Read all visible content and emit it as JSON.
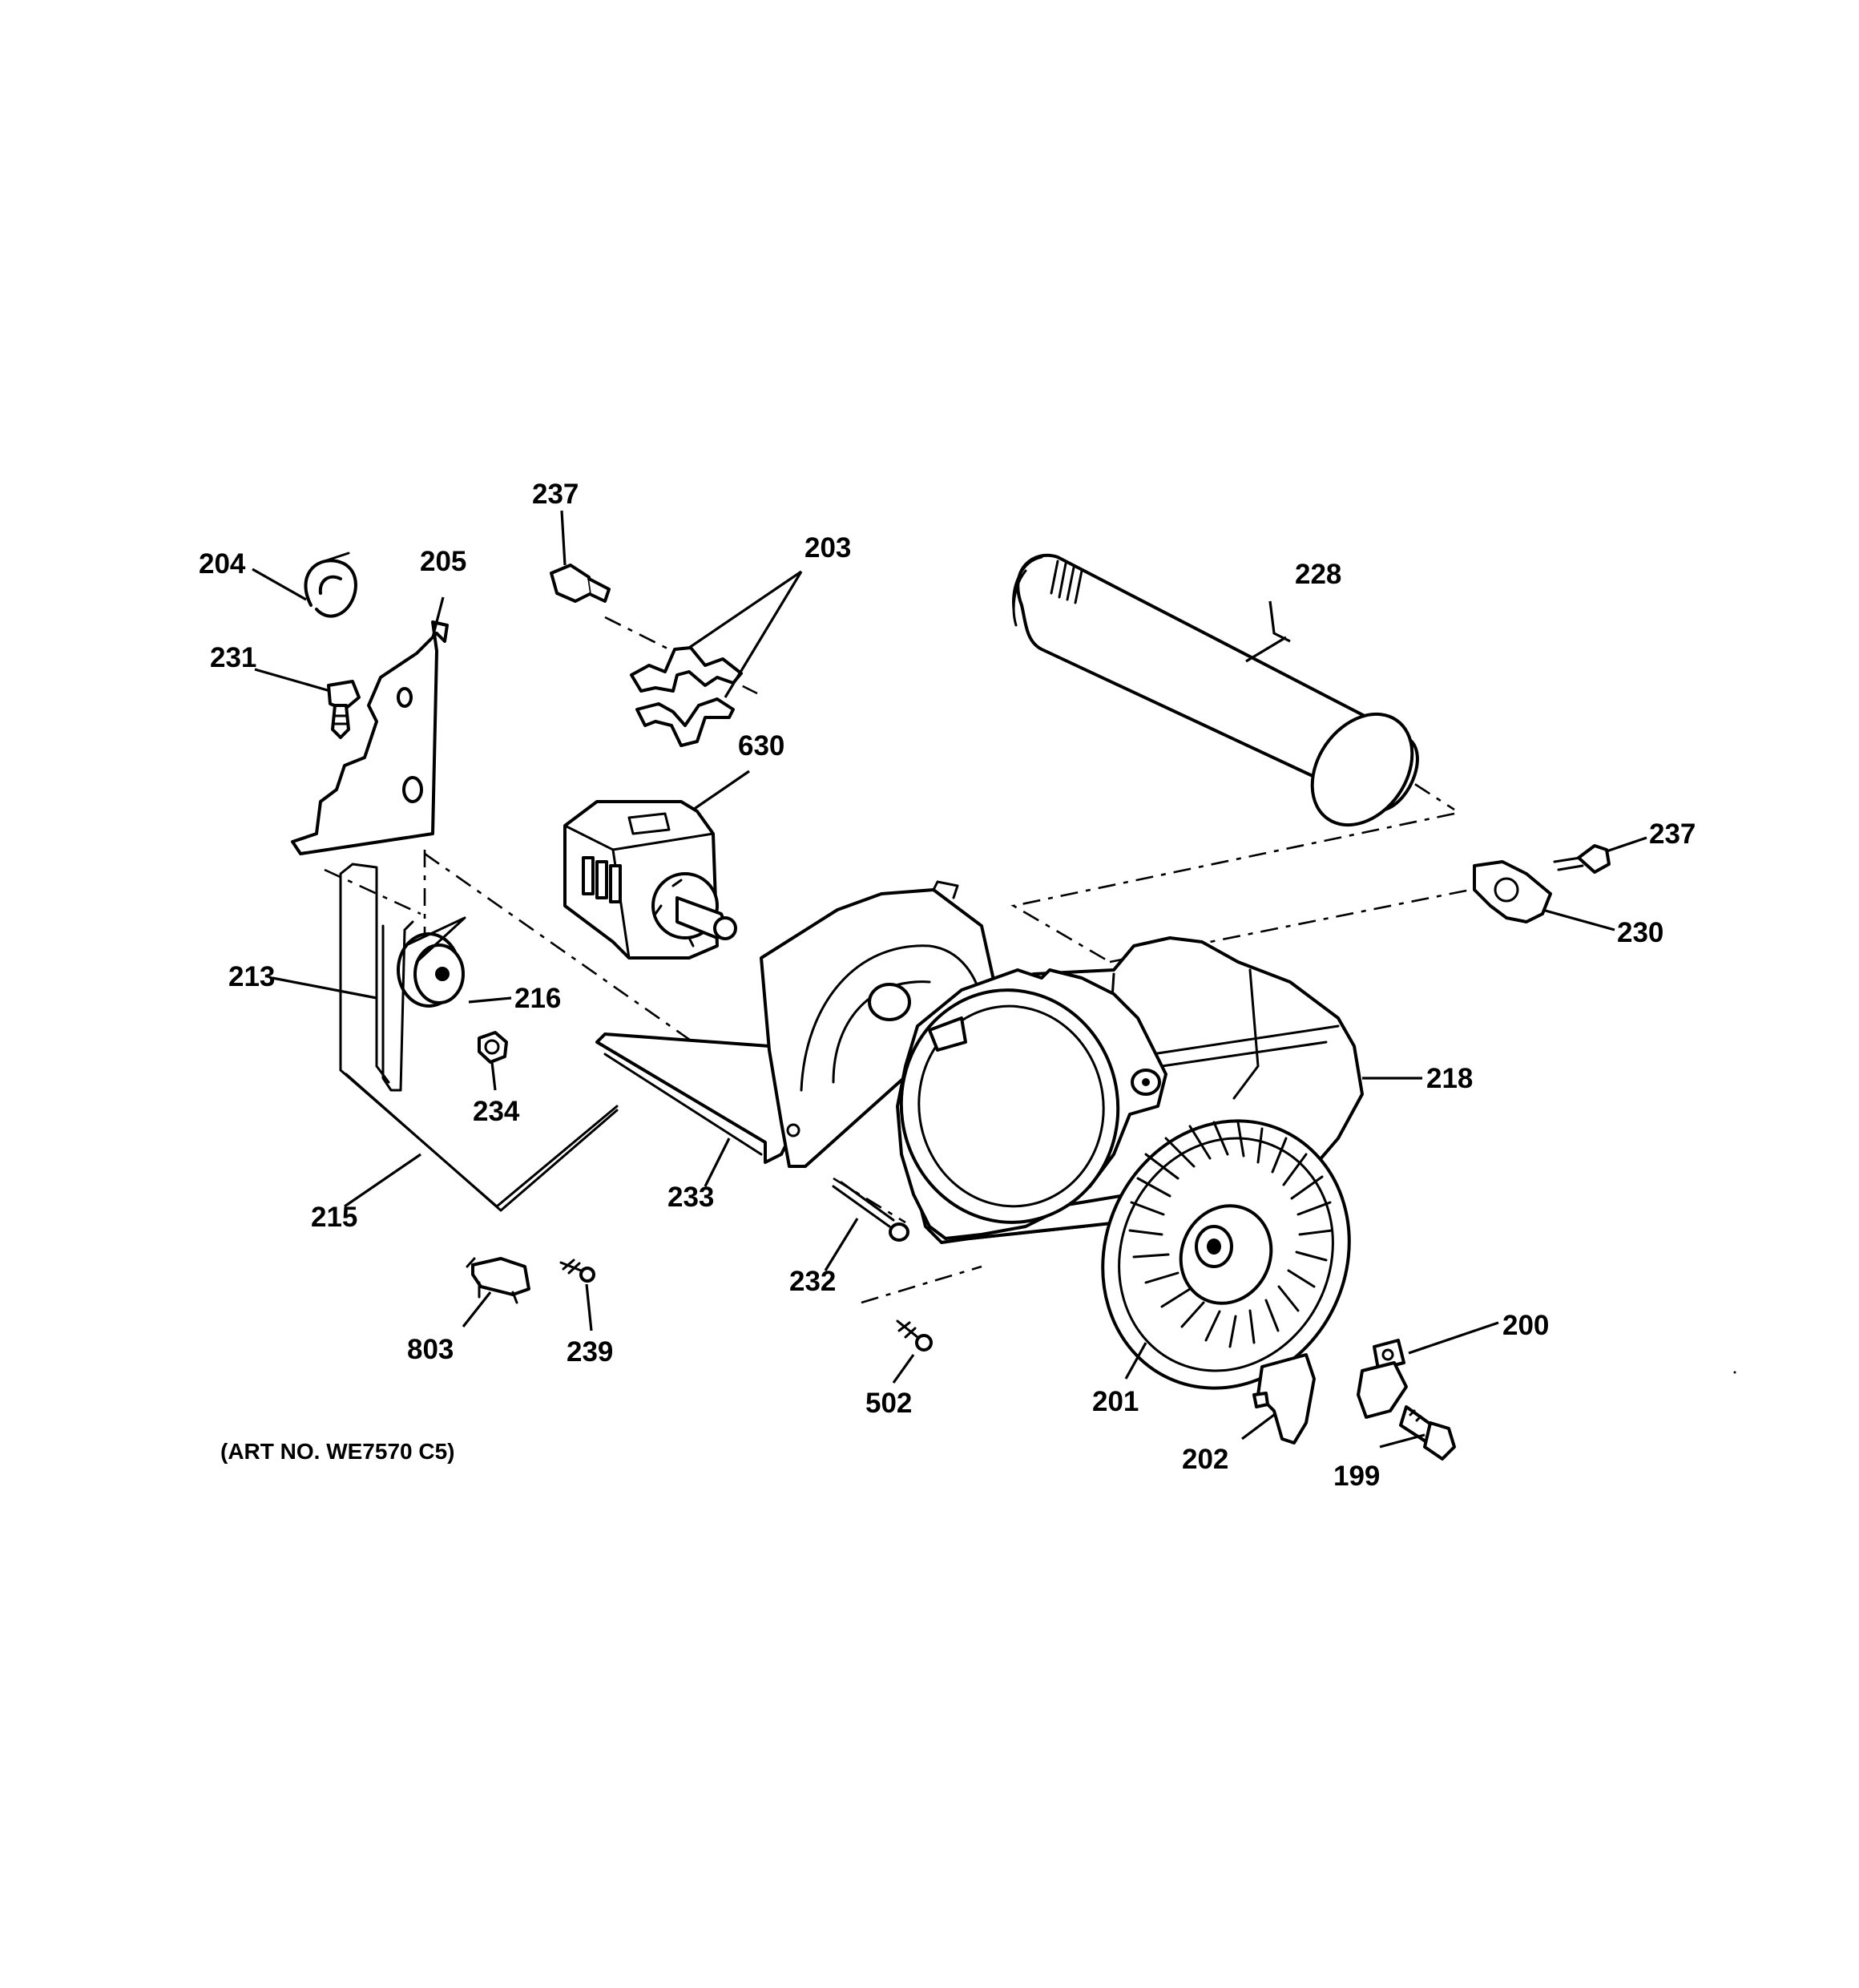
{
  "labels": {
    "p199": "199",
    "p200": "200",
    "p201": "201",
    "p202": "202",
    "p203": "203",
    "p204": "204",
    "p205": "205",
    "p213": "213",
    "p215": "215",
    "p216": "216",
    "p218": "218",
    "p228": "228",
    "p230": "230",
    "p231": "231",
    "p232": "232",
    "p233": "233",
    "p234": "234",
    "p237a": "237",
    "p237b": "237",
    "p239": "239",
    "p502": "502",
    "p630": "630",
    "p803": "803"
  },
  "art_number": "(ART NO. WE7570 C5)"
}
